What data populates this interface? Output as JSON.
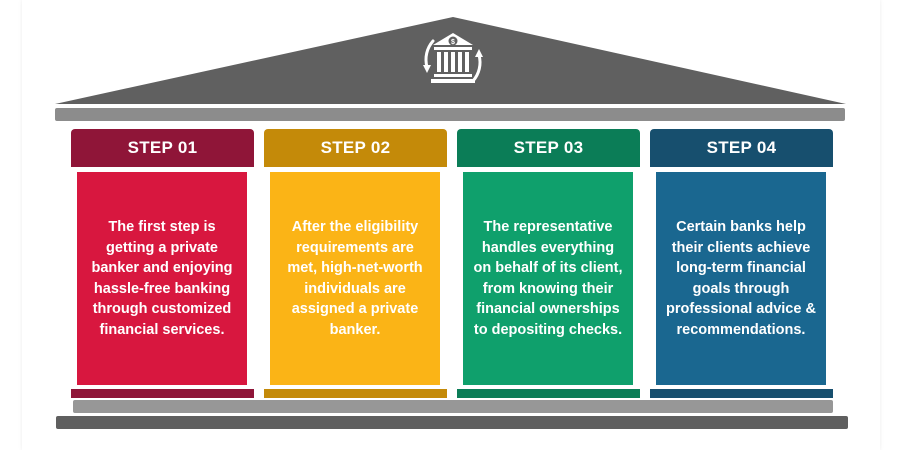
{
  "colors": {
    "roof": "#606060",
    "beam": "#8c8c8c",
    "base_light": "#979797",
    "base_dark": "#5f5f5f",
    "icon": "#ffffff"
  },
  "icon": "bank-dollar-cycle-icon",
  "steps": [
    {
      "label": "STEP 01",
      "text": "The first step is getting a private banker and enjoying hassle-free banking through customized financial services.",
      "header_color": "#8f1538",
      "body_color": "#d8173f",
      "foot_color": "#8f1538"
    },
    {
      "label": "STEP 02",
      "text": "After the eligibility requirements are met, high-net-worth individuals are assigned a private banker.",
      "header_color": "#c48a09",
      "body_color": "#fbb416",
      "foot_color": "#c48a09"
    },
    {
      "label": "STEP 03",
      "text": "The representative handles everything on behalf of its client, from knowing their financial ownerships to depositing checks.",
      "header_color": "#0b7d57",
      "body_color": "#0fa06c",
      "foot_color": "#0b7d57"
    },
    {
      "label": "STEP 04",
      "text": "Certain banks help their clients achieve long-term financial goals through professional advice & recommendations.",
      "header_color": "#174f6e",
      "body_color": "#1a6790",
      "foot_color": "#174f6e"
    }
  ]
}
